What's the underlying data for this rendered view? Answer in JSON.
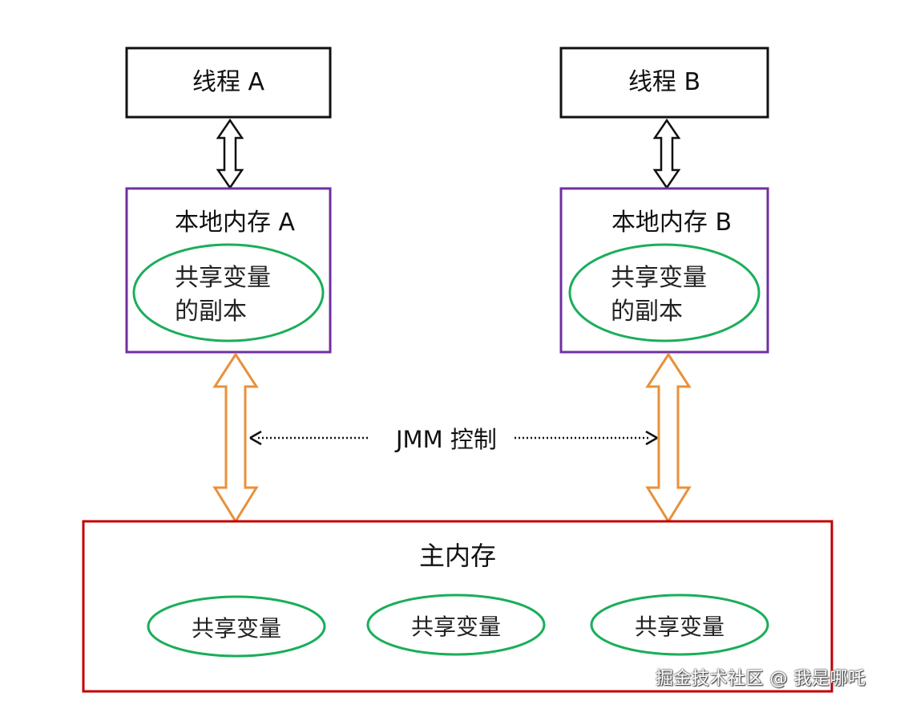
{
  "thread_a": {
    "label": "线程 A"
  },
  "thread_b": {
    "label": "线程 B"
  },
  "local_a": {
    "label": "本地内存 A",
    "copy_line1": "共享变量",
    "copy_line2": "的副本"
  },
  "local_b": {
    "label": "本地内存 B",
    "copy_line1": "共享变量",
    "copy_line2": "的副本"
  },
  "jmm": {
    "label": "JMM 控制"
  },
  "main_memory": {
    "label": "主内存",
    "vars": [
      "共享变量",
      "共享变量",
      "共享变量"
    ]
  },
  "watermark": "掘金技术社区 @ 我是哪吒",
  "colors": {
    "thread_border": "#111111",
    "local_border": "#7030a0",
    "ellipse": "#1aae5a",
    "main_border": "#c00000",
    "orange_arrow": "#e8913a"
  }
}
